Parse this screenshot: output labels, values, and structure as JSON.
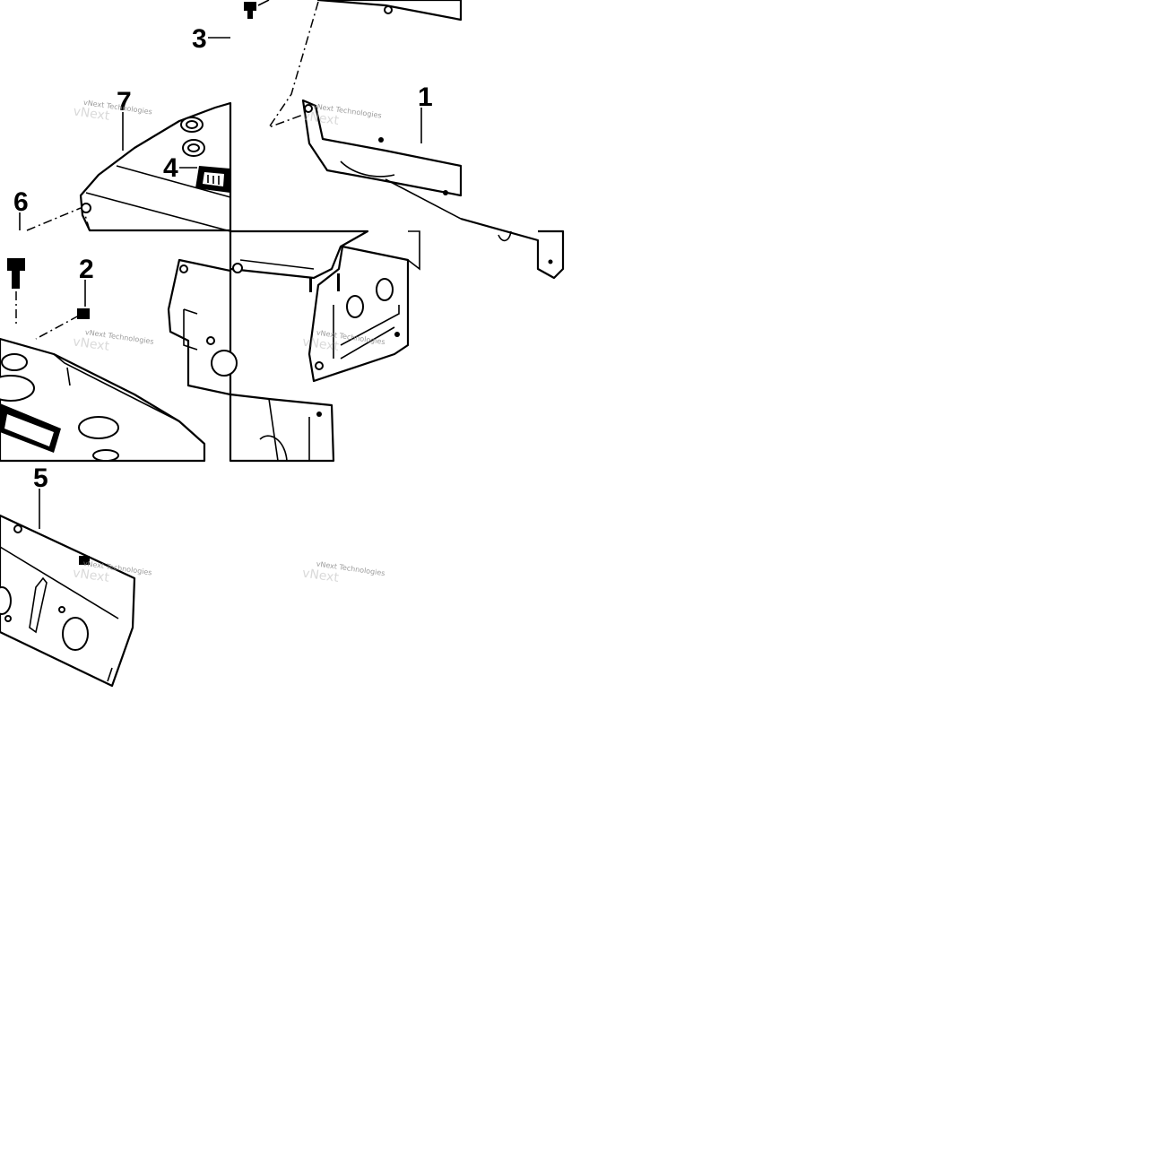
{
  "diagram": {
    "callouts": [
      {
        "id": "1",
        "label": "1"
      },
      {
        "id": "2",
        "label": "2"
      },
      {
        "id": "3",
        "label": "3"
      },
      {
        "id": "4",
        "label": "4"
      },
      {
        "id": "5",
        "label": "5"
      },
      {
        "id": "6",
        "label": "6"
      },
      {
        "id": "7",
        "label": "7"
      }
    ],
    "watermark": {
      "text": "vNext Technologies"
    },
    "colors": {
      "line": "#000000",
      "background": "#ffffff",
      "watermark": "#8a8a8a"
    }
  }
}
